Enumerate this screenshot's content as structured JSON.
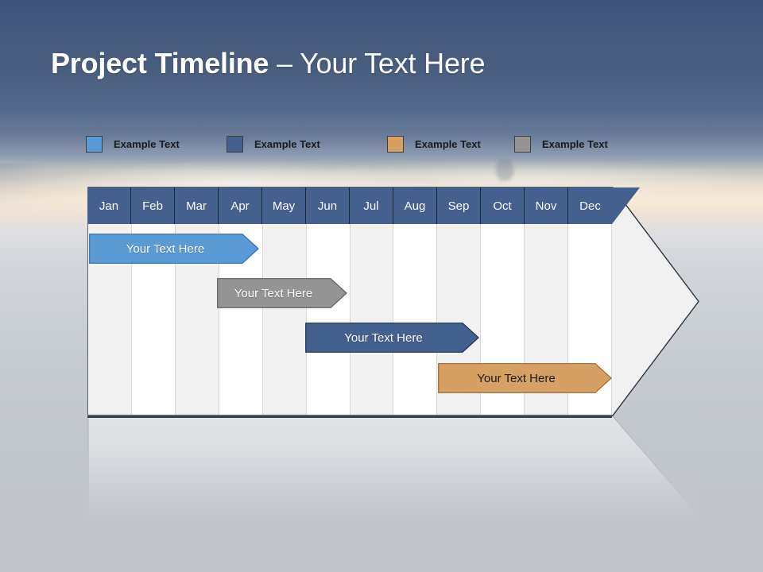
{
  "slide": {
    "title_strong": "Project Timeline",
    "title_light": " – Your Text Here"
  },
  "legend": {
    "items": [
      {
        "label": "Example Text",
        "color": "#5b9bd5"
      },
      {
        "label": "Example Text",
        "color": "#44608e"
      },
      {
        "label": "Example Text",
        "color": "#d6a063"
      },
      {
        "label": "Example Text",
        "color": "#949494"
      }
    ]
  },
  "chart_data": {
    "type": "bar",
    "title": "Project Timeline – Your Text Here",
    "categories": [
      "Jan",
      "Feb",
      "Mar",
      "Apr",
      "May",
      "Jun",
      "Jul",
      "Aug",
      "Sep",
      "Oct",
      "Nov",
      "Dec"
    ],
    "xlabel": "",
    "ylabel": "",
    "grid": true,
    "legend_position": "top",
    "series": [
      {
        "name": "Example Text",
        "label": "Your  Text Here",
        "color": "#5b9bd5",
        "border": "#2f6ca8",
        "text_color": "light",
        "start_month": "Jan",
        "end_month": "Apr",
        "start_index": 0,
        "end_index": 3,
        "row": 0
      },
      {
        "name": "Example Text",
        "label": "Your  Text Here",
        "color": "#949494",
        "border": "#5d5d5d",
        "text_color": "light",
        "start_month": "Apr",
        "end_month": "Jun",
        "start_index": 3,
        "end_index": 5,
        "row": 1
      },
      {
        "name": "Example Text",
        "label": "Your  Text Here",
        "color": "#44608e",
        "border": "#20304c",
        "text_color": "light",
        "start_month": "Jun",
        "end_month": "Sep",
        "start_index": 5,
        "end_index": 8,
        "row": 2
      },
      {
        "name": "Example Text",
        "label": "Your  Text Here",
        "color": "#d6a063",
        "border": "#9a6a2e",
        "text_color": "dark",
        "start_month": "Sep",
        "end_month": "Dec",
        "start_index": 8,
        "end_index": 11,
        "row": 3
      }
    ]
  },
  "colors": {
    "header_blue": "#44608e",
    "accent_light_blue": "#5b9bd5",
    "accent_orange": "#d6a063",
    "accent_gray": "#949494",
    "outline": "#2b3340",
    "column_odd": "#f1f1f1",
    "column_even": "#ffffff"
  }
}
